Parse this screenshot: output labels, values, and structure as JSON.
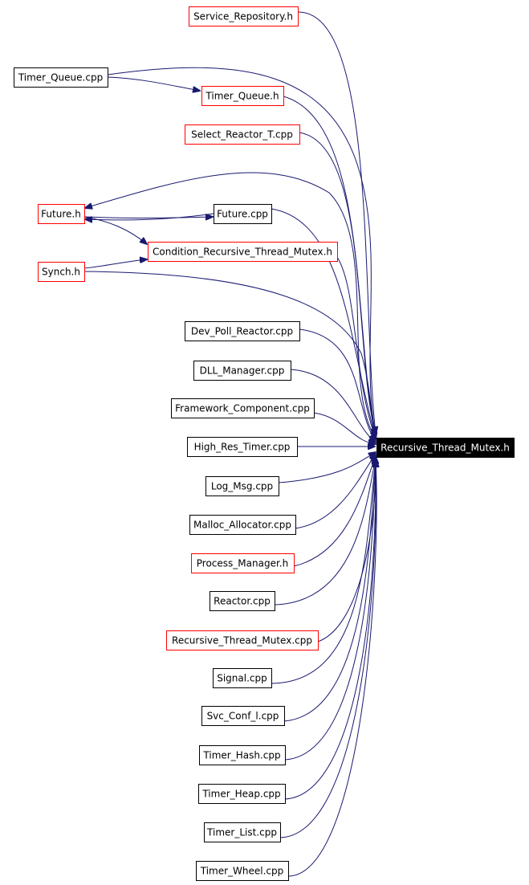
{
  "colors": {
    "edge": "#191970",
    "border_red": "#ff0000",
    "border_black": "#000000",
    "focus_fill": "#000000",
    "focus_text": "#ffffff",
    "node_fill": "#ffffff"
  },
  "nodes": {
    "service_repository_h": {
      "label": "Service_Repository.h",
      "border": "red"
    },
    "timer_queue_cpp": {
      "label": "Timer_Queue.cpp",
      "border": "black"
    },
    "timer_queue_h": {
      "label": "Timer_Queue.h",
      "border": "red"
    },
    "select_reactor_t_cpp": {
      "label": "Select_Reactor_T.cpp",
      "border": "red"
    },
    "future_h": {
      "label": "Future.h",
      "border": "red"
    },
    "future_cpp": {
      "label": "Future.cpp",
      "border": "black"
    },
    "condition_recursive_thread_mutex_h": {
      "label": "Condition_Recursive_Thread_Mutex.h",
      "border": "red"
    },
    "synch_h": {
      "label": "Synch.h",
      "border": "red"
    },
    "dev_poll_reactor_cpp": {
      "label": "Dev_Poll_Reactor.cpp",
      "border": "black"
    },
    "dll_manager_cpp": {
      "label": "DLL_Manager.cpp",
      "border": "black"
    },
    "framework_component_cpp": {
      "label": "Framework_Component.cpp",
      "border": "black"
    },
    "high_res_timer_cpp": {
      "label": "High_Res_Timer.cpp",
      "border": "black"
    },
    "log_msg_cpp": {
      "label": "Log_Msg.cpp",
      "border": "black"
    },
    "malloc_allocator_cpp": {
      "label": "Malloc_Allocator.cpp",
      "border": "black"
    },
    "process_manager_h": {
      "label": "Process_Manager.h",
      "border": "red"
    },
    "reactor_cpp": {
      "label": "Reactor.cpp",
      "border": "black"
    },
    "recursive_thread_mutex_cpp": {
      "label": "Recursive_Thread_Mutex.cpp",
      "border": "red"
    },
    "signal_cpp": {
      "label": "Signal.cpp",
      "border": "black"
    },
    "svc_conf_l_cpp": {
      "label": "Svc_Conf_l.cpp",
      "border": "black"
    },
    "timer_hash_cpp": {
      "label": "Timer_Hash.cpp",
      "border": "black"
    },
    "timer_heap_cpp": {
      "label": "Timer_Heap.cpp",
      "border": "black"
    },
    "timer_list_cpp": {
      "label": "Timer_List.cpp",
      "border": "black"
    },
    "timer_wheel_cpp": {
      "label": "Timer_Wheel.cpp",
      "border": "black"
    },
    "recursive_thread_mutex_h": {
      "label": "Recursive_Thread_Mutex.h",
      "border": "focus"
    }
  },
  "edges": [
    {
      "from": "service_repository_h",
      "to": "recursive_thread_mutex_h"
    },
    {
      "from": "timer_queue_cpp",
      "to": "recursive_thread_mutex_h"
    },
    {
      "from": "timer_queue_cpp",
      "to": "timer_queue_h"
    },
    {
      "from": "timer_queue_h",
      "to": "recursive_thread_mutex_h"
    },
    {
      "from": "select_reactor_t_cpp",
      "to": "recursive_thread_mutex_h"
    },
    {
      "from": "recursive_thread_mutex_h",
      "to": "future_h"
    },
    {
      "from": "future_h",
      "to": "future_cpp"
    },
    {
      "from": "future_cpp",
      "to": "future_h"
    },
    {
      "from": "future_h",
      "to": "condition_recursive_thread_mutex_h"
    },
    {
      "from": "future_cpp",
      "to": "recursive_thread_mutex_h"
    },
    {
      "from": "synch_h",
      "to": "condition_recursive_thread_mutex_h"
    },
    {
      "from": "condition_recursive_thread_mutex_h",
      "to": "recursive_thread_mutex_h"
    },
    {
      "from": "synch_h",
      "to": "recursive_thread_mutex_h"
    },
    {
      "from": "dev_poll_reactor_cpp",
      "to": "recursive_thread_mutex_h"
    },
    {
      "from": "dll_manager_cpp",
      "to": "recursive_thread_mutex_h"
    },
    {
      "from": "framework_component_cpp",
      "to": "recursive_thread_mutex_h"
    },
    {
      "from": "high_res_timer_cpp",
      "to": "recursive_thread_mutex_h"
    },
    {
      "from": "log_msg_cpp",
      "to": "recursive_thread_mutex_h"
    },
    {
      "from": "malloc_allocator_cpp",
      "to": "recursive_thread_mutex_h"
    },
    {
      "from": "process_manager_h",
      "to": "recursive_thread_mutex_h"
    },
    {
      "from": "reactor_cpp",
      "to": "recursive_thread_mutex_h"
    },
    {
      "from": "recursive_thread_mutex_cpp",
      "to": "recursive_thread_mutex_h"
    },
    {
      "from": "signal_cpp",
      "to": "recursive_thread_mutex_h"
    },
    {
      "from": "svc_conf_l_cpp",
      "to": "recursive_thread_mutex_h"
    },
    {
      "from": "timer_hash_cpp",
      "to": "recursive_thread_mutex_h"
    },
    {
      "from": "timer_heap_cpp",
      "to": "recursive_thread_mutex_h"
    },
    {
      "from": "timer_list_cpp",
      "to": "recursive_thread_mutex_h"
    },
    {
      "from": "timer_wheel_cpp",
      "to": "recursive_thread_mutex_h"
    }
  ]
}
